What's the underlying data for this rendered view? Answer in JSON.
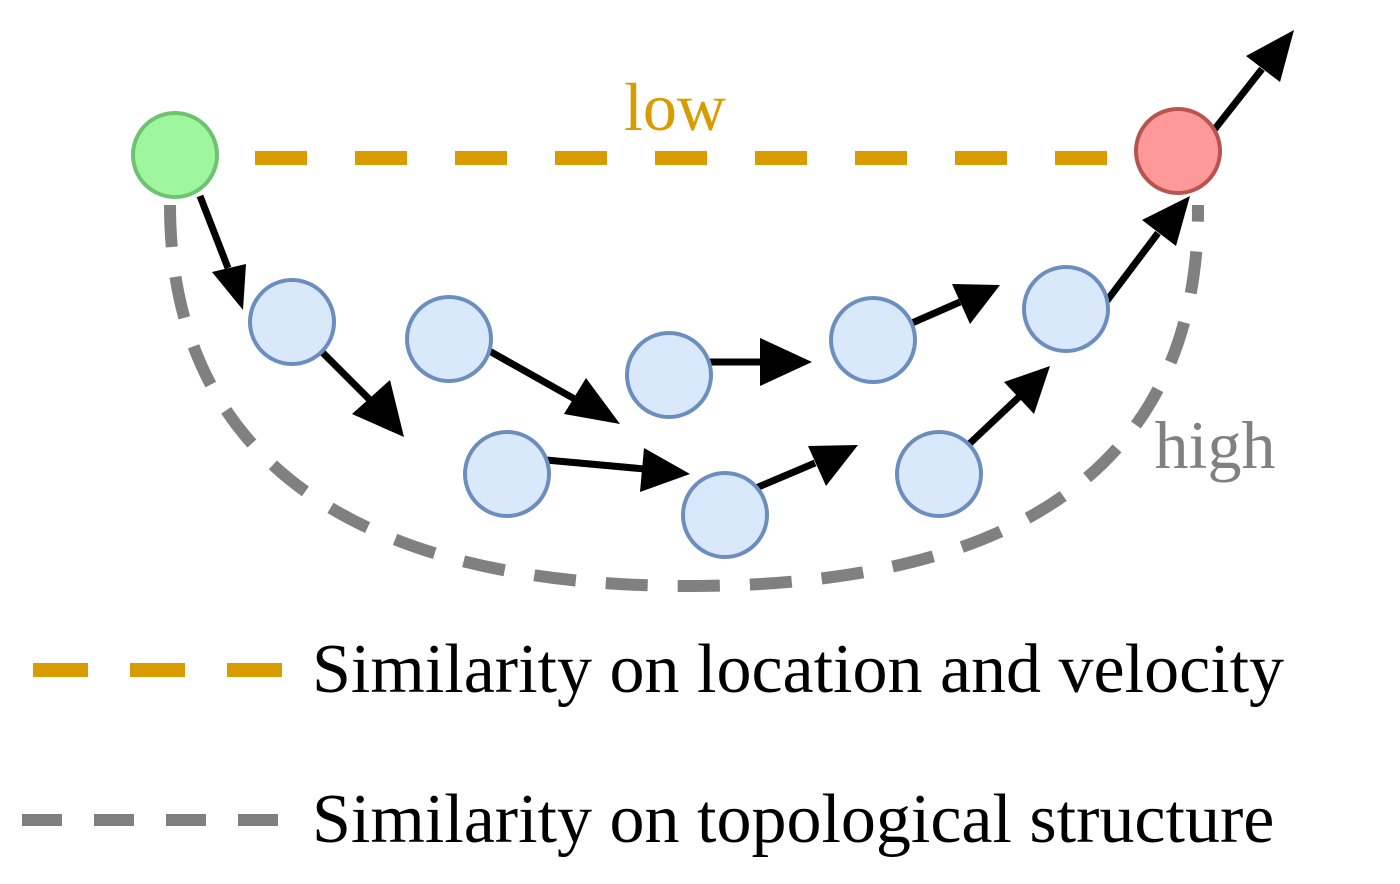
{
  "labels": {
    "low": "low",
    "high": "high"
  },
  "legend": [
    {
      "text": "Similarity on location and velocity",
      "color": "#D89B00"
    },
    {
      "text": "Similarity on topological structure",
      "color": "#808080"
    }
  ],
  "colors": {
    "low_line": "#D89B00",
    "high_line": "#808080",
    "start_node_fill": "#9EF79E",
    "start_node_stroke": "#6FC26F",
    "end_node_fill": "#FF9999",
    "end_node_stroke": "#B85450",
    "mid_node_fill": "#DAE8FC",
    "mid_node_stroke": "#6C8EBF",
    "arrow": "#000000"
  }
}
